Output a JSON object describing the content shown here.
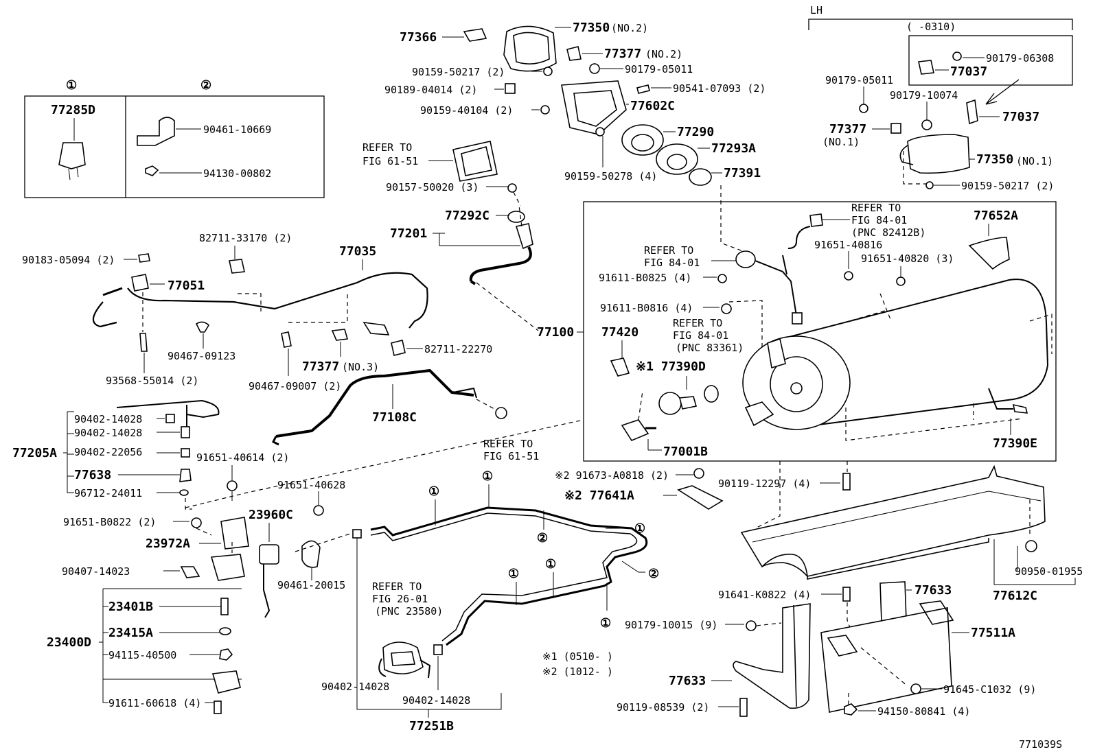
{
  "inset": {
    "col1": "①",
    "col2": "②",
    "part_a": "77285D",
    "part_b": "90461-10669",
    "part_c": "94130-00802"
  },
  "lh": {
    "label": "LH",
    "range": "(      -0310)",
    "p1": "90179-06308",
    "p2": "77037",
    "p3": "90179-05011",
    "p4": "90179-10074",
    "p5": "77037",
    "p6": "77377",
    "p6b": "(NO.1)",
    "p7": "77350",
    "p7b": "(NO.1)",
    "p8": "90159-50217 (2)"
  },
  "top": {
    "p77366": "77366",
    "p77350": "77350",
    "p77350b": "(NO.2)",
    "p77377": "77377",
    "p77377b": "(NO.2)",
    "p90179_05011": "90179-05011",
    "p90159_50217": "90159-50217 (2)",
    "p90189": "90189-04014 (2)",
    "p90541": "90541-07093 (2)",
    "p90159_40104": "90159-40104 (2)",
    "p77602c": "77602C",
    "p77290": "77290",
    "p77293a": "77293A",
    "p90159_50278": "90159-50278 (4)",
    "p77391": "77391",
    "refer1a": "REFER TO",
    "refer1b": "FIG 61-51",
    "p90157": "90157-50020 (3)",
    "p77292c": "77292C",
    "p77201": "77201"
  },
  "harness": {
    "p82711_33170": "82711-33170 (2)",
    "p77035": "77035",
    "p90183": "90183-05094 (2)",
    "p77051": "77051",
    "p90467_09123": "90467-09123",
    "p93568": "93568-55014 (2)",
    "p77377_3": "77377",
    "p77377_3b": "(NO.3)",
    "p90467_09007": "90467-09007 (2)",
    "p82711_22270": "82711-22270",
    "p77108c": "77108C",
    "refer2a": "REFER TO",
    "refer2b": "FIG 61-51"
  },
  "tank": {
    "p77100": "77100",
    "refer3a": "REFER TO",
    "refer3b": "FIG 84-01",
    "refer3c": "(PNC 82412B)",
    "refer4a": "REFER TO",
    "refer4b": "FIG 84-01",
    "p91651_40816": "91651-40816",
    "p91651_40820": "91651-40820 (3)",
    "p77652a": "77652A",
    "p91611_b0825": "91611-B0825 (4)",
    "p91611_b0816": "91611-B0816 (4)",
    "refer5a": "REFER TO",
    "refer5b": "FIG 84-01",
    "refer5c": "(PNC 83361)",
    "p77420": "77420",
    "p77390d": "※1 77390D",
    "p77001b": "77001B",
    "p77390e": "77390E"
  },
  "left": {
    "p77205a": "77205A",
    "p90402_a": "90402-14028",
    "p90402_b": "90402-14028",
    "p90402_22056": "90402-22056",
    "p77638": "77638",
    "p96712": "96712-24011",
    "p91651_40614": "91651-40614 (2)",
    "p91651_40628": "91651-40628",
    "p91651_b0822": "91651-B0822 (2)",
    "p23960c": "23960C",
    "p23972a": "23972A",
    "p90407": "90407-14023",
    "p90461_20015": "90461-20015",
    "p23400d": "23400D",
    "p23401b": "23401B",
    "p23415a": "23415A",
    "p94115": "94115-40500",
    "p91611_60618": "91611-60618 (4)"
  },
  "bottom": {
    "refer6a": "REFER TO",
    "refer6b": "FIG 26-01",
    "refer6c": "(PNC 23580)",
    "p90402_c": "90402-14028",
    "p90402_d": "90402-14028",
    "p77251b": "77251B",
    "note1": "※1 (0510-      )",
    "note2": "※2 (1012-      )",
    "c1": "①",
    "c2": "②",
    "p91673": "※2 91673-A0818 (2)",
    "p77641a": "※2 77641A",
    "p90119_12297": "90119-12297 (4)",
    "p90950": "90950-01955",
    "p77612c": "77612C",
    "p91641": "91641-K0822 (4)",
    "p77633a": "77633",
    "p90179_10015": "90179-10015 (9)",
    "p77511a": "77511A",
    "p77633b": "77633",
    "p91645": "91645-C1032 (9)",
    "p90119_08539": "90119-08539 (2)",
    "p94150": "94150-80841 (4)",
    "ref": "771039S"
  }
}
